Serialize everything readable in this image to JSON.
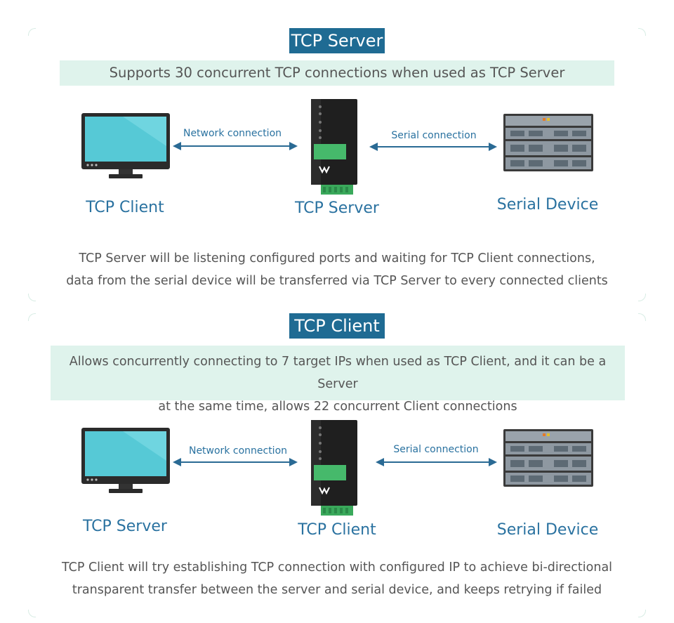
{
  "server_section": {
    "tag": "TCP Server",
    "band": "Supports 30 concurrent TCP connections when used as TCP Server",
    "left_label": "TCP Client",
    "center_label": "TCP Server",
    "right_label": "Serial Device",
    "network_label": "Network connection",
    "serial_label": "Serial connection",
    "description_line1": "TCP Server will be listening configured ports and waiting for TCP Client connections,",
    "description_line2": "data from the serial device will be transferred via TCP Server to every connected clients"
  },
  "client_section": {
    "tag": "TCP Client",
    "band_line1": "Allows concurrently connecting to 7 target IPs when used as TCP Client, and it can be a Server",
    "band_line2": "at the same time, allows 22 concurrent Client connections",
    "left_label": "TCP Server",
    "center_label": "TCP Client",
    "right_label": "Serial Device",
    "network_label": "Network connection",
    "serial_label": "Serial connection",
    "description_line1": "TCP Client will try establishing TCP connection with configured IP to achieve bi-directional",
    "description_line2": "transparent transfer between the server and serial device, and keeps retrying if failed"
  },
  "colors": {
    "tag_bg": "#1f6b93",
    "band_bg": "#dff3ec",
    "label_blue": "#2a72a0",
    "arrow": "#2a6a94",
    "device_green": "#46b96b",
    "monitor_screen": "#56c9d6"
  },
  "icons": [
    "monitor-icon",
    "converter-device-icon",
    "server-rack-icon",
    "double-arrow-icon"
  ]
}
